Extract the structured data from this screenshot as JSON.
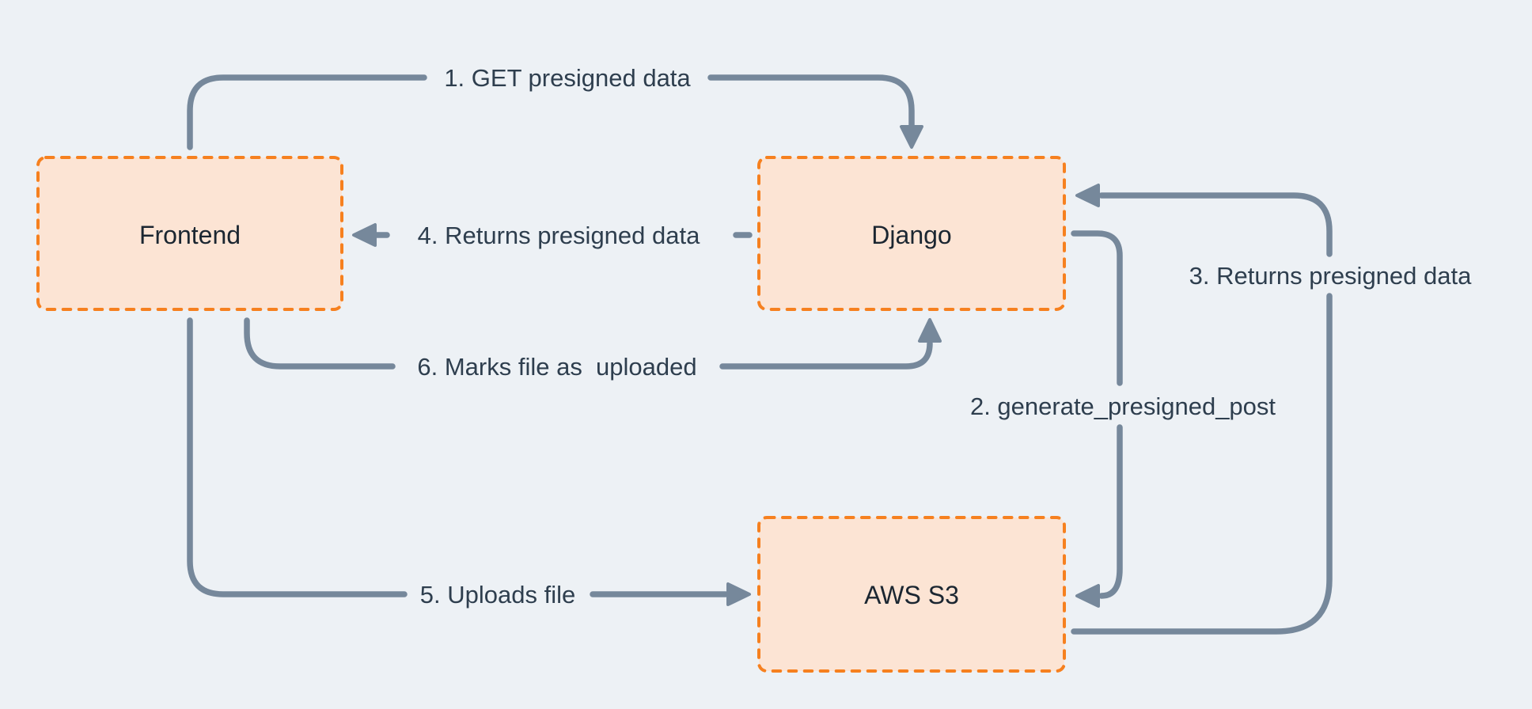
{
  "theme": {
    "background": "#edf1f5",
    "node_fill": "#fce4d4",
    "node_border": "#f6801f",
    "edge": "#76889b",
    "edge_label": "#2e3e4e",
    "node_label": "#1b2631"
  },
  "nodes": [
    {
      "id": "frontend",
      "label": "Frontend"
    },
    {
      "id": "django",
      "label": "Django"
    },
    {
      "id": "aws-s3",
      "label": "AWS S3"
    }
  ],
  "edges": [
    {
      "id": "1",
      "from": "frontend",
      "to": "django",
      "label": "1. GET presigned data"
    },
    {
      "id": "2",
      "from": "django",
      "to": "aws-s3",
      "label": "2. generate_presigned_post"
    },
    {
      "id": "3",
      "from": "aws-s3",
      "to": "django",
      "label": "3. Returns presigned data"
    },
    {
      "id": "4",
      "from": "django",
      "to": "frontend",
      "label": "4. Returns presigned data"
    },
    {
      "id": "5",
      "from": "frontend",
      "to": "aws-s3",
      "label": "5. Uploads file"
    },
    {
      "id": "6",
      "from": "frontend",
      "to": "django",
      "label": "6. Marks file as  uploaded"
    }
  ]
}
